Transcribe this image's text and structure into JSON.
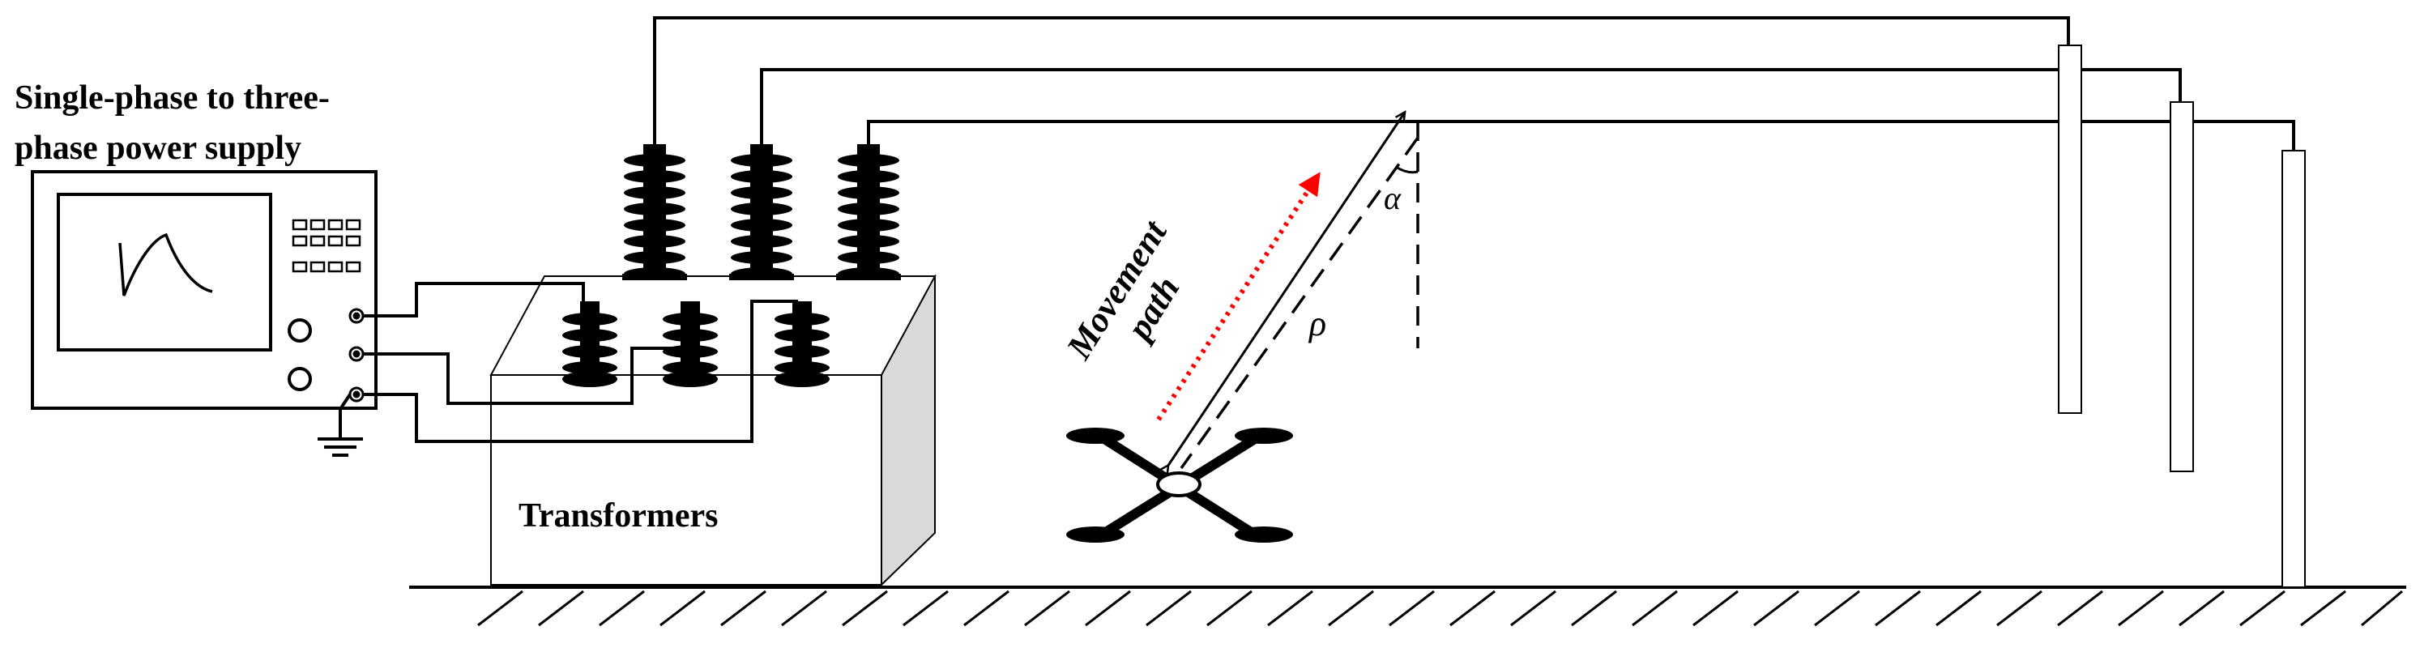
{
  "labels": {
    "supply_line1": "Single-phase to three-",
    "supply_line2": "phase power supply",
    "transformers": "Transformers",
    "movement_line1": "Movement",
    "movement_line2": "path",
    "rho": "ρ",
    "alpha": "α"
  },
  "colors": {
    "line": "#000000",
    "path_arrow": "#ff0000",
    "box_side": "#d9d9d9"
  },
  "icons": [
    "ground-icon",
    "drone-icon",
    "insulator-icon",
    "oscilloscope-waveform-icon"
  ]
}
